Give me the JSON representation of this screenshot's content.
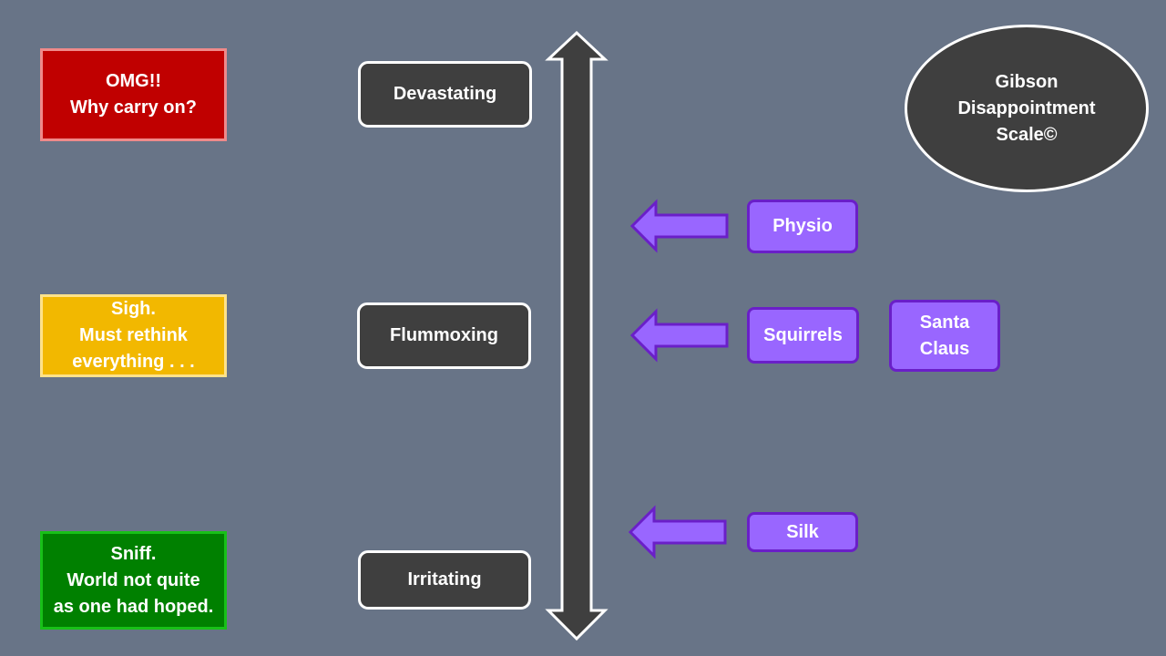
{
  "title": "Gibson\nDisappointment\nScale©",
  "reactions": [
    {
      "text": "OMG!!\nWhy carry on?",
      "color": "#c00000"
    },
    {
      "text": "Sigh.\nMust rethink\neverything . . .",
      "color": "#f2b800"
    },
    {
      "text": "Sniff.\nWorld not quite\nas one had hoped.",
      "color": "#008000"
    }
  ],
  "levels": [
    "Devastating",
    "Flummoxing",
    "Irritating"
  ],
  "items": [
    "Physio",
    "Squirrels",
    "Santa\nClaus",
    "Silk"
  ],
  "colors": {
    "background": "#687487",
    "box_dark": "#3f3f3f",
    "item_fill": "#9966ff",
    "item_border": "#6a1fc8"
  },
  "icons": [
    "double-headed-vertical-arrow-icon",
    "left-arrow-icon"
  ]
}
